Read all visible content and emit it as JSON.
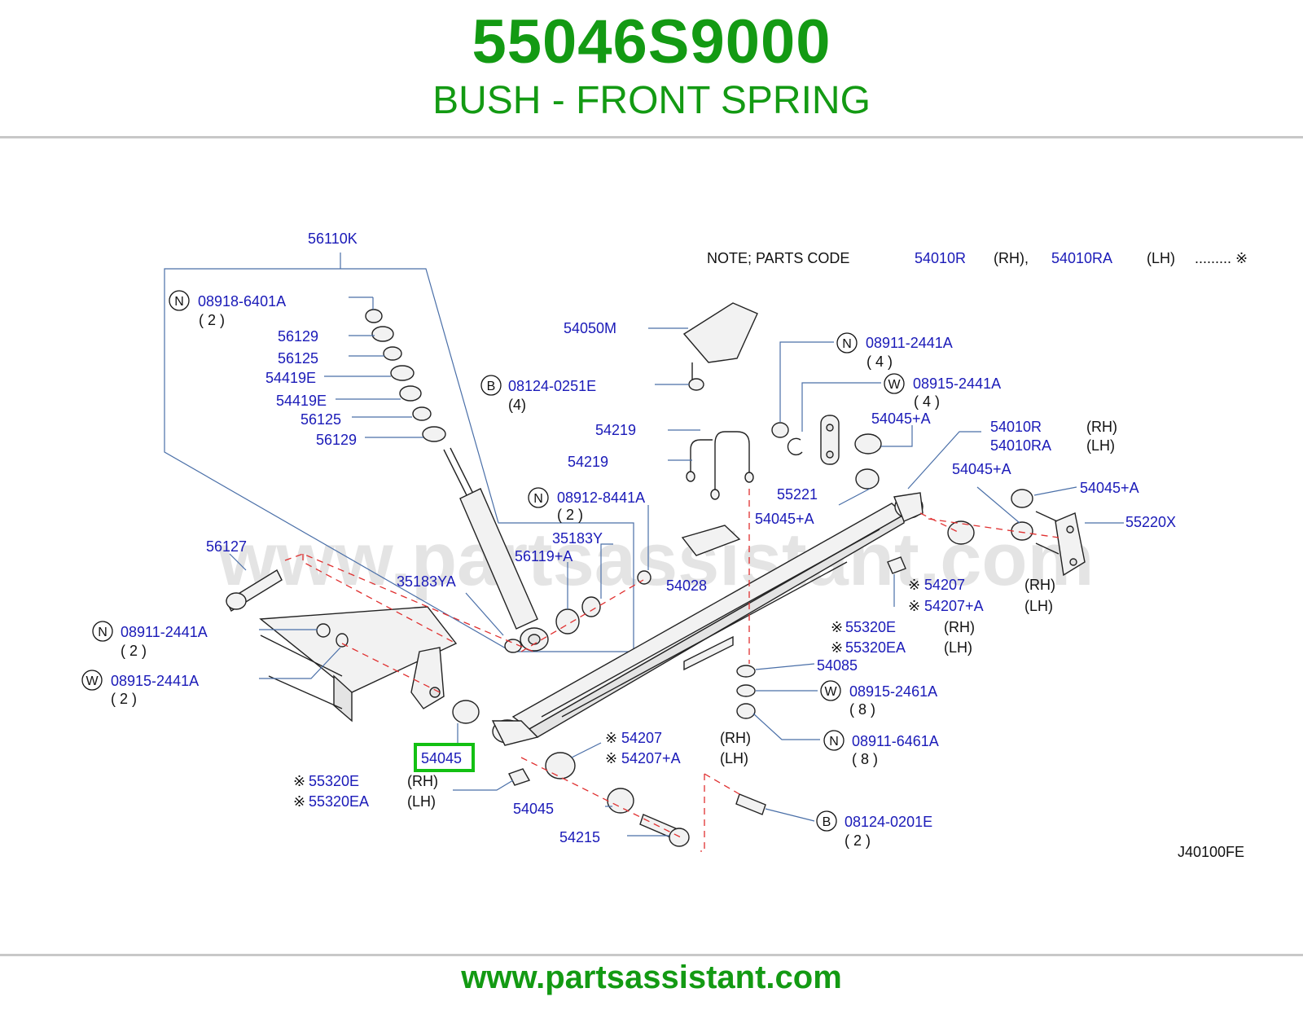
{
  "header": {
    "part_number": "55046S9000",
    "part_name": "BUSH - FRONT SPRING"
  },
  "footer": {
    "url": "www.partsassistant.com"
  },
  "watermark": "www.partsassistant.com",
  "diagram": {
    "code": "J40100FE",
    "note": {
      "prefix": "NOTE;   PARTS   CODE",
      "code_rh": "54010R",
      "rh": "(RH),",
      "code_lh": "54010RA",
      "lh": "(LH)",
      "suffix": "......... ※"
    },
    "highlighted": "54045",
    "labels": {
      "l_56110k": "56110K",
      "l_0891864": "08918-6401A",
      "l_0891864_q": "( 2 )",
      "l_56129a": "56129",
      "l_56125a": "56125",
      "l_54419ea": "54419E",
      "l_54419eb": "54419E",
      "l_56125b": "56125",
      "l_56129b": "56129",
      "l_54050m": "54050M",
      "l_08124_251": "08124-0251E",
      "l_08124_251_q": "(4)",
      "l_0891124_top": "08911-2441A",
      "l_0891124_top_q": "( 4 )",
      "l_0891524_top": "08915-2441A",
      "l_0891524_top_q": "( 4 )",
      "l_54045a_top": "54045+A",
      "l_54010r": "54010R",
      "l_54010r_rh": "(RH)",
      "l_54010ra": "54010RA",
      "l_54010ra_lh": "(LH)",
      "l_54045a_mid": "54045+A",
      "l_54045a_right": "54045+A",
      "l_55220x": "55220X",
      "l_54219a": "54219",
      "l_54219b": "54219",
      "l_55221": "55221",
      "l_54045a_low": "54045+A",
      "l_0891284": "08912-8441A",
      "l_0891284_q": "( 2 )",
      "l_35183y": "35183Y",
      "l_56119a": "56119+A",
      "l_56127": "56127",
      "l_35183ya": "35183YA",
      "l_54028": "54028",
      "l_54207_r": "54207",
      "l_54207_r_rh": "(RH)",
      "l_54207a_r": "54207+A",
      "l_54207a_r_lh": "(LH)",
      "l_55320e_r": "55320E",
      "l_55320e_r_rh": "(RH)",
      "l_55320ea_r": "55320EA",
      "l_55320ea_r_lh": "(LH)",
      "l_54085": "54085",
      "l_0891526": "08915-2461A",
      "l_0891526_q": "( 8 )",
      "l_0891164": "08911-6461A",
      "l_0891164_q": "( 8 )",
      "l_0891124_left": "08911-2441A",
      "l_0891124_left_q": "( 2 )",
      "l_0891524_left": "08915-2441A",
      "l_0891524_left_q": "( 2 )",
      "l_54045_hl": "54045",
      "l_55320e_l": "55320E",
      "l_55320e_l_rh": "(RH)",
      "l_55320ea_l": "55320EA",
      "l_55320ea_l_lh": "(LH)",
      "l_54207_b": "54207",
      "l_54207_b_rh": "(RH)",
      "l_54207a_b": "54207+A",
      "l_54207a_b_lh": "(LH)",
      "l_54045_b": "54045",
      "l_54215": "54215",
      "l_08124_201": "08124-0201E",
      "l_08124_201_q": "( 2 )"
    },
    "symbols": {
      "N": "N",
      "B": "B",
      "W": "W",
      "kome": "※"
    }
  }
}
